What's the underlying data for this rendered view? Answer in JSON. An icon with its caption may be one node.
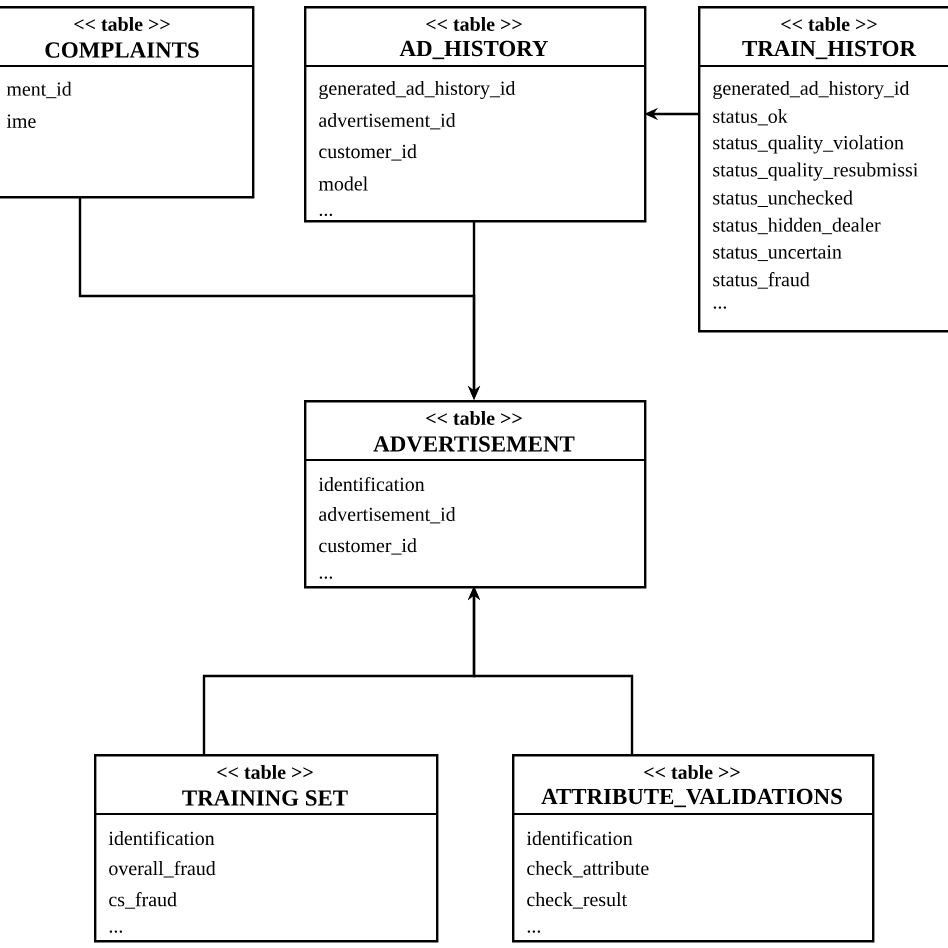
{
  "diagram": {
    "nodes": [
      {
        "text": [
          "<< table >>",
          "COMPLAINTS",
          "ment_id",
          "ime"
        ]
      },
      {
        "text": [
          "<< table >>",
          "AD_HISTORY",
          "generated_ad_history_id",
          "advertisement_id",
          "customer_id",
          "model",
          "..."
        ]
      },
      {
        "text": [
          "<< table >>",
          "TRAIN_HISTOR",
          "generated_ad_history_id",
          "status_ok",
          "status_quality_violation",
          "status_quality_resubmissi",
          "status_unchecked",
          "status_hidden_dealer",
          "status_uncertain",
          "status_fraud",
          "..."
        ]
      },
      {
        "text": [
          "<< table >>",
          "ADVERTISEMENT",
          "identification",
          "advertisement_id",
          "customer_id",
          "..."
        ]
      },
      {
        "text": [
          "<< table >>",
          "TRAINING SET",
          "identification",
          "overall_fraud",
          "cs_fraud",
          "..."
        ]
      },
      {
        "text": [
          "<< table >>",
          "ATTRIBUTE_VALIDATIONS",
          "identification",
          "check_attribute",
          "check_result",
          "..."
        ]
      }
    ],
    "edges": [
      {
        "from": 0,
        "to": 3,
        "arrow": "to"
      },
      {
        "from": 1,
        "to": 3,
        "arrow": "to"
      },
      {
        "from": 2,
        "to": 1,
        "arrow": "to"
      },
      {
        "from": 4,
        "to": 3,
        "arrow": "to"
      },
      {
        "from": 5,
        "to": 3,
        "arrow": "to"
      }
    ]
  }
}
